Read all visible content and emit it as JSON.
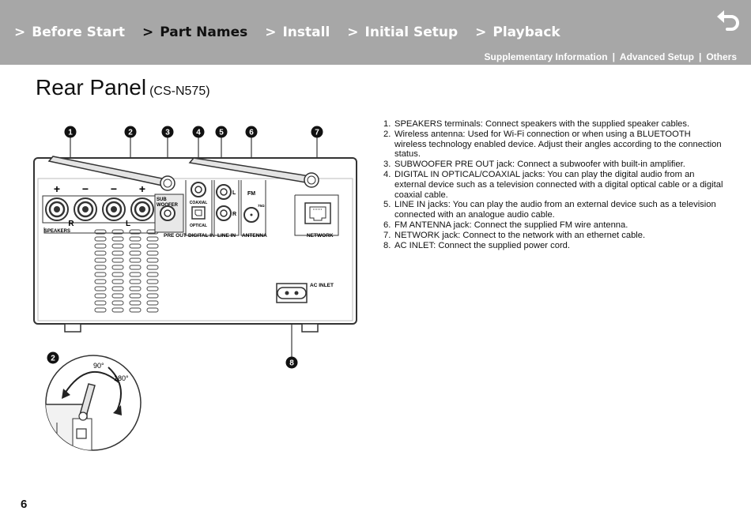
{
  "nav": {
    "separator": ">",
    "items": [
      {
        "label": "Before Start",
        "active": false
      },
      {
        "label": "Part Names",
        "active": true
      },
      {
        "label": "Install",
        "active": false
      },
      {
        "label": "Initial Setup",
        "active": false
      },
      {
        "label": "Playback",
        "active": false
      }
    ]
  },
  "subnav": {
    "items": [
      "Supplementary Information",
      "Advanced Setup",
      "Others"
    ],
    "separator": "|"
  },
  "page": {
    "title": "Rear Panel",
    "model": "(CS-N575)",
    "page_number": "6"
  },
  "callouts": [
    "1",
    "2",
    "3",
    "4",
    "5",
    "6",
    "7",
    "8"
  ],
  "panel_labels": {
    "plus": "+",
    "minus": "−",
    "r": "R",
    "l": "L",
    "speakers": "SPEAKERS",
    "sub": "SUB",
    "woofer": "WOOFER",
    "pre_out": "PRE OUT",
    "coaxial": "COAXIAL",
    "optical": "OPTICAL",
    "digital_in": "DIGITAL IN",
    "line_l": "L",
    "line_r": "R",
    "line_in": "LINE IN",
    "fm": "FM",
    "ohm": "75Ω",
    "antenna": "ANTENNA",
    "network": "NETWORK",
    "ac_inlet": "AC INLET"
  },
  "detail": {
    "angle_90": "90°",
    "angle_180": "180°"
  },
  "descriptions": [
    {
      "num": "1.",
      "text": "SPEAKERS terminals: Connect speakers with the supplied speaker cables."
    },
    {
      "num": "2.",
      "text": "Wireless antenna: Used for Wi-Fi connection or when using a BLUETOOTH wireless technology enabled device. Adjust their angles according to the connection status."
    },
    {
      "num": "3.",
      "text": "SUBWOOFER PRE OUT jack: Connect a subwoofer with built-in amplifier."
    },
    {
      "num": "4.",
      "text": "DIGITAL IN OPTICAL/COAXIAL jacks: You can play the digital audio from an external device such as a television connected with a digital optical cable or a digital coaxial cable."
    },
    {
      "num": "5.",
      "text": "LINE IN jacks: You can play the audio from an external device such as a television connected with an analogue audio cable."
    },
    {
      "num": "6.",
      "text": "FM ANTENNA jack: Connect the supplied FM wire antenna."
    },
    {
      "num": "7.",
      "text": "NETWORK jack: Connect to the network with an ethernet cable."
    },
    {
      "num": "8.",
      "text": "AC INLET: Connect the supplied power cord."
    }
  ]
}
